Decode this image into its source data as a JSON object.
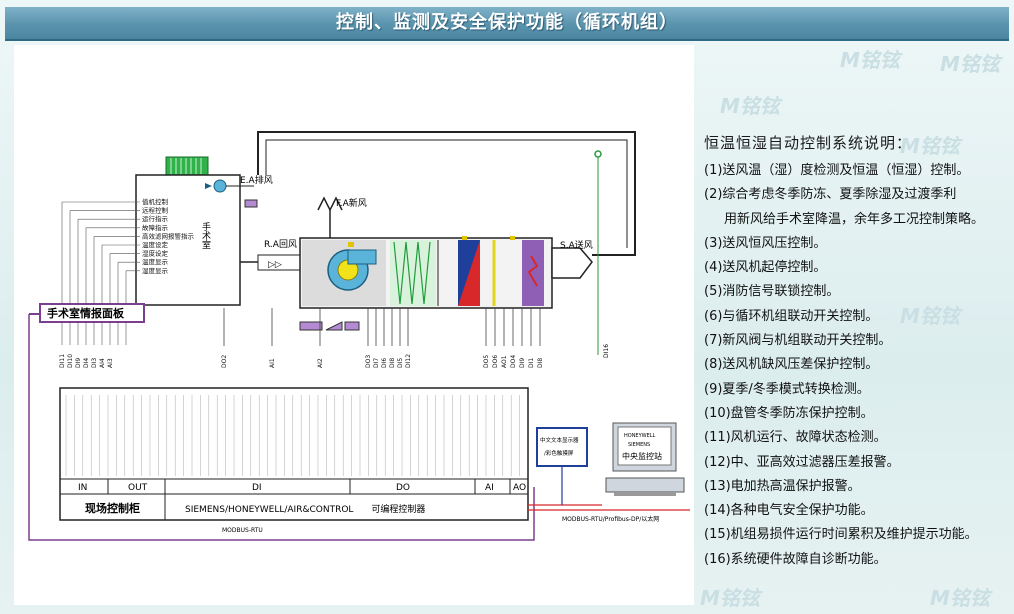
{
  "title": "控制、监测及安全保护功能（循环机组）",
  "watermark": "M铭铉",
  "diagram": {
    "room_label": "手术室",
    "room_list": [
      "值机控制",
      "远程控制",
      "运行指示",
      "故障指示",
      "高效滤网报警指示",
      "温度设定",
      "湿度设定",
      "温度显示",
      "湿度显示"
    ],
    "exhaust_label": "E.A排风",
    "fresh_label": "F.A新风",
    "return_label": "R.A回风",
    "supply_label": "S.A送风",
    "panel_label": "手术室情报面板",
    "cabinet_label": "现场控制柜",
    "controller_label": "SIEMENS/HONEYWELL/AIR&CONTROL　　可编程控制器",
    "modbus_label": "MODBUS-RTU",
    "network_label": "MODBUS-RTU/Profibus-DP/以太网",
    "station1_lines": [
      "中文文本显示器",
      "/彩色触摸屏"
    ],
    "station2_lines": [
      "HONEYWELL",
      "SIEMENS",
      "中央监控站"
    ],
    "section_in": "IN",
    "section_out": "OUT",
    "section_di": "DI",
    "section_do": "DO",
    "section_ai": "AI",
    "section_ao": "AO",
    "left_tags": [
      "DI11",
      "DI10",
      "DI9",
      "DI4",
      "DI3",
      "AI4",
      "AI3"
    ],
    "mid_tags": [
      "DO2",
      "AI1",
      "AI2"
    ],
    "mid2_tags": [
      "DO3",
      "DI7",
      "DI6",
      "DI8",
      "DI5",
      "DI12"
    ],
    "right_tags": [
      "DO5",
      "DO6",
      "AO1",
      "DO4",
      "DI9",
      "DI1",
      "DI8"
    ],
    "far_tag": "DI16"
  },
  "description": {
    "heading": "恒温恒湿自动控制系统说明：",
    "items": [
      "(1)送风温（湿）度检测及恒温（恒湿）控制。",
      "(2)综合考虑冬季防冻、夏季除湿及过渡季利",
      "用新风给手术室降温，余年多工况控制策略。",
      "(3)送风恒风压控制。",
      "(4)送风机起停控制。",
      "(5)消防信号联锁控制。",
      "(6)与循环机组联动开关控制。",
      "(7)新风阀与机组联动开关控制。",
      "(8)送风机缺风压差保护控制。",
      "(9)夏季/冬季模式转换检测。",
      "(10)盘管冬季防冻保护控制。",
      "(11)风机运行、故障状态检测。",
      "(12)中、亚高效过滤器压差报警。",
      "(13)电加热高温保护报警。",
      "(14)各种电气安全保护功能。",
      "(15)机组易损件运行时间累积及维护提示功能。",
      "(16)系统硬件故障自诊断功能。"
    ]
  },
  "colors": {
    "title_bg": "#5a93ad",
    "panel_label_border": "#7b3f8f",
    "accent_red": "#d8282a",
    "accent_blue": "#1e3f9a",
    "coil_green": "#1f9d3a"
  }
}
